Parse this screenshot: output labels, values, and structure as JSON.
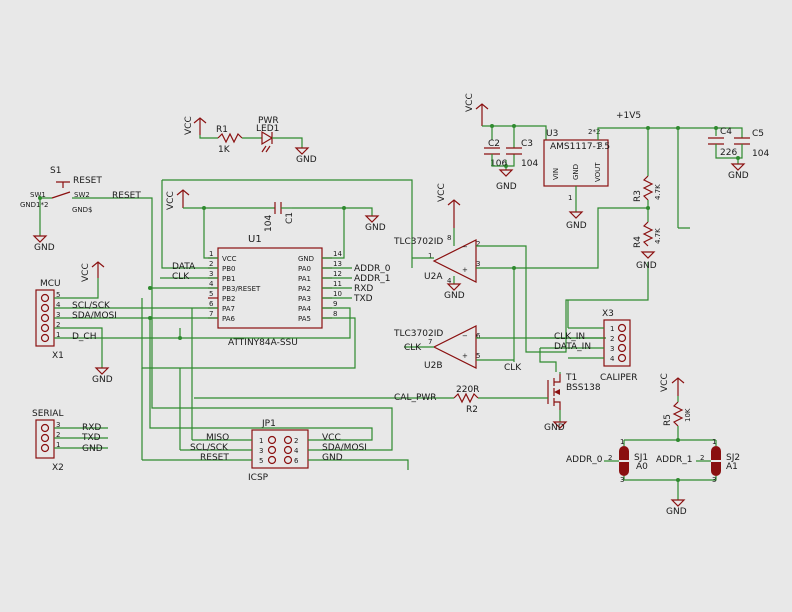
{
  "power": {
    "vcc": "VCC",
    "gnd": "GND",
    "rail": "+1V5"
  },
  "u1": {
    "ref": "U1",
    "value": "ATTINY84A-SSU",
    "left_pins": [
      {
        "num": "1",
        "name": "VCC"
      },
      {
        "num": "2",
        "name": "PB0"
      },
      {
        "num": "3",
        "name": "PB1"
      },
      {
        "num": "4",
        "name": "PB3/RESET"
      },
      {
        "num": "5",
        "name": "PB2"
      },
      {
        "num": "6",
        "name": "PA7"
      },
      {
        "num": "7",
        "name": "PA6"
      }
    ],
    "right_pins": [
      {
        "num": "14",
        "name": "GND"
      },
      {
        "num": "13",
        "name": "PA0"
      },
      {
        "num": "12",
        "name": "PA1"
      },
      {
        "num": "11",
        "name": "PA2"
      },
      {
        "num": "10",
        "name": "PA3"
      },
      {
        "num": "9",
        "name": "PA4"
      },
      {
        "num": "8",
        "name": "PA5"
      }
    ],
    "right_nets": [
      "ADDR_0",
      "ADDR_1",
      "RXD",
      "TXD"
    ]
  },
  "r1": {
    "ref": "R1",
    "value": "1K"
  },
  "led1": {
    "ref": "LED1",
    "label": "PWR"
  },
  "c1": {
    "ref": "C1",
    "value": "104"
  },
  "s1": {
    "ref": "S1",
    "label": "RESET",
    "sw1": "SW1",
    "sw2": "SW2",
    "gnd1": "GND1*2",
    "gnd2": "GND$",
    "net": "RESET"
  },
  "mcu": {
    "label": "MCU",
    "ref": "X1",
    "pins": [
      "5",
      "4",
      "3",
      "2",
      "1"
    ],
    "nets": [
      "SCL/SCK",
      "SDA/MOSI",
      "D_CH"
    ],
    "data": "DATA",
    "clk": "CLK"
  },
  "serial": {
    "label": "SERIAL",
    "ref": "X2",
    "pins": [
      "3",
      "2",
      "1"
    ],
    "nets": [
      "RXD",
      "TXD",
      "GND"
    ]
  },
  "jp1": {
    "ref": "JP1",
    "label": "ICSP",
    "left_nets": [
      "MISO",
      "SCL/SCK",
      "RESET"
    ],
    "left_pins": [
      "1",
      "3",
      "5"
    ],
    "right_pins": [
      "2",
      "4",
      "6"
    ],
    "right_nets": [
      "VCC",
      "SDA/MOSI",
      "GND"
    ]
  },
  "u2": {
    "part": "TLC3702ID",
    "a": {
      "ref": "U2A",
      "p_in": "1",
      "p_minus": "2",
      "p_plus": "3",
      "p_vcc": "8",
      "p_gnd": "4"
    },
    "b": {
      "ref": "U2B",
      "p_out": "7",
      "p_minus": "6",
      "p_plus": "5",
      "clk": "CLK",
      "clk2": "CLK"
    }
  },
  "u3": {
    "ref": "U3",
    "part": "AMS1117-1.5",
    "vin": "VIN",
    "gnd": "GND",
    "vout": "VOUT",
    "pin1": "1",
    "pin2": "2*2",
    "pin3": "3"
  },
  "caps": [
    {
      "ref": "C2",
      "value": "106"
    },
    {
      "ref": "C3",
      "value": "104"
    },
    {
      "ref": "C4",
      "value": "226"
    },
    {
      "ref": "C5",
      "value": "104"
    }
  ],
  "r3": {
    "ref": "R3",
    "value": "4.7K"
  },
  "r4": {
    "ref": "R4",
    "value": "4.7K"
  },
  "r2": {
    "ref": "R2",
    "value": "220R",
    "net": "CAL_PWR"
  },
  "r5": {
    "ref": "R5",
    "value": "10K"
  },
  "t1": {
    "ref": "T1",
    "part": "BSS138"
  },
  "x3": {
    "ref": "X3",
    "label": "CALIPER",
    "pins": [
      "1",
      "2",
      "3",
      "4"
    ],
    "nets": [
      "CLK_IN",
      "DATA_IN"
    ]
  },
  "sj1": {
    "ref": "SJ1",
    "label": "A0",
    "net": "ADDR_0",
    "p1": "1",
    "p2": "2",
    "p3": "3"
  },
  "sj2": {
    "ref": "SJ2",
    "label": "A1",
    "net": "ADDR_1",
    "p1": "1",
    "p2": "2",
    "p3": "3"
  }
}
